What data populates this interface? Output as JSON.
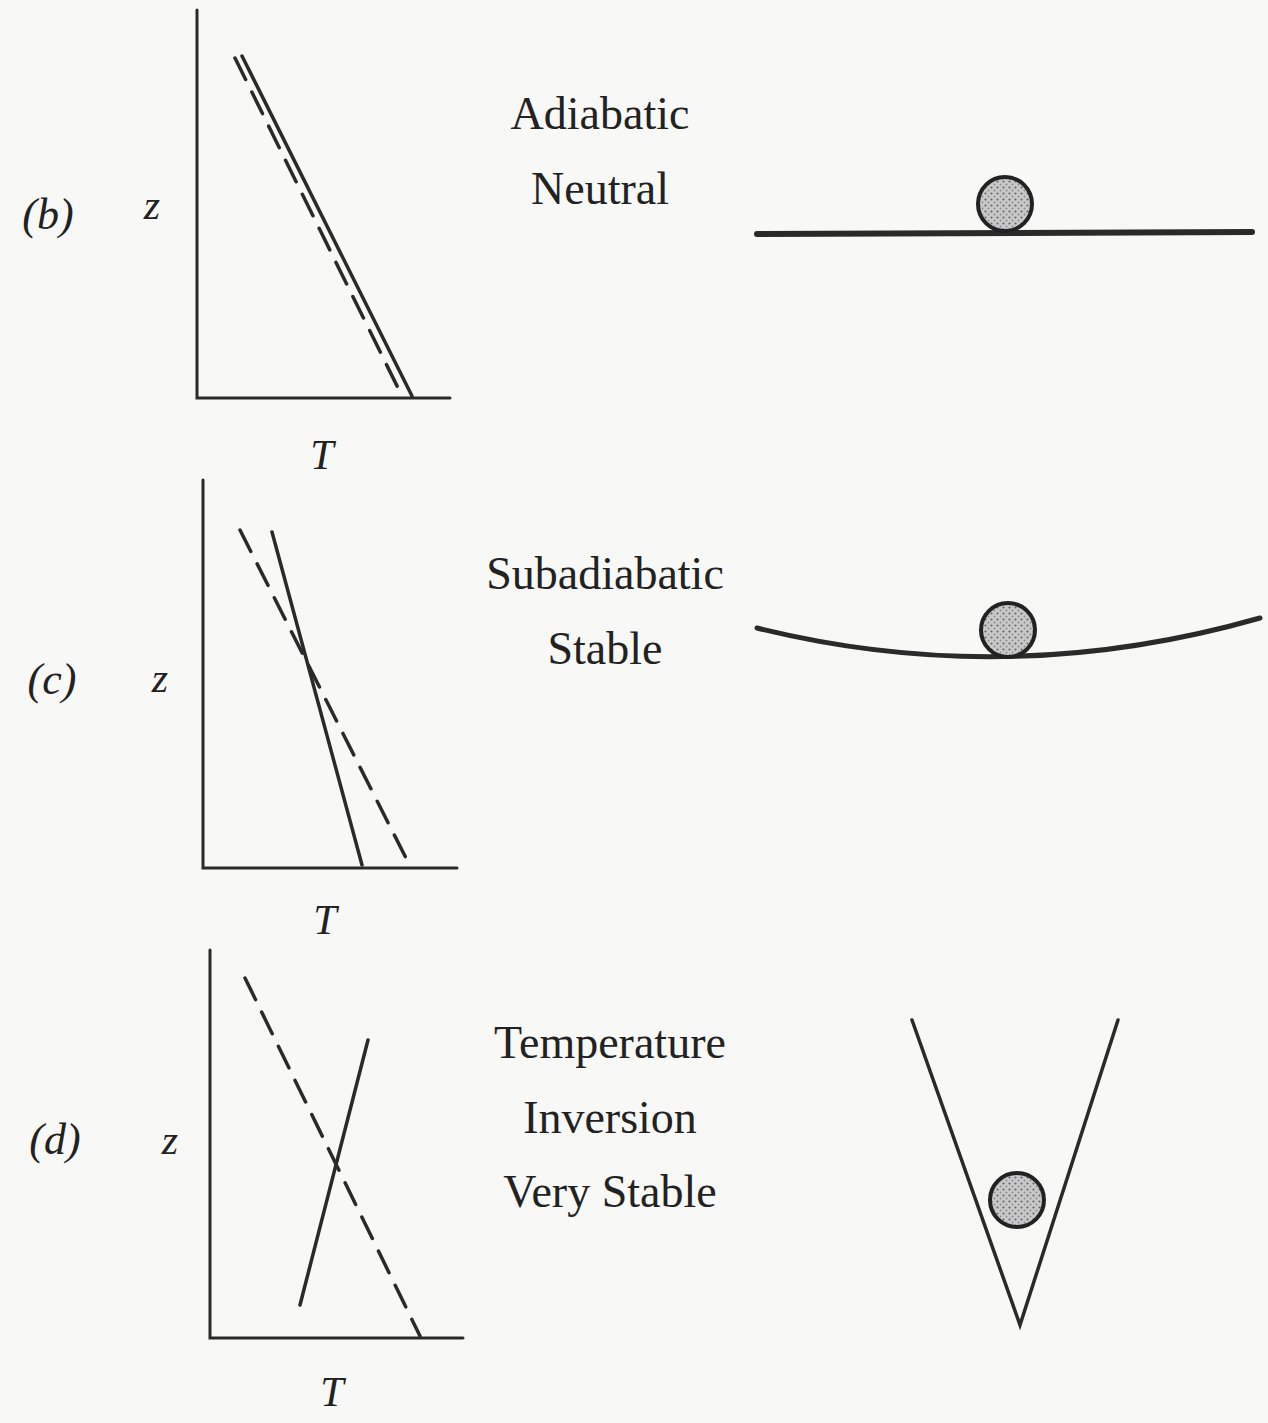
{
  "diagram": {
    "labels": [
      "(b)",
      "z",
      "Adiabatic Neutral",
      "T",
      "(c)",
      "z",
      "Subadiabatic Stable",
      "T",
      "(d)",
      "z",
      "Temperature Inversion Very Stable",
      "T"
    ]
  }
}
